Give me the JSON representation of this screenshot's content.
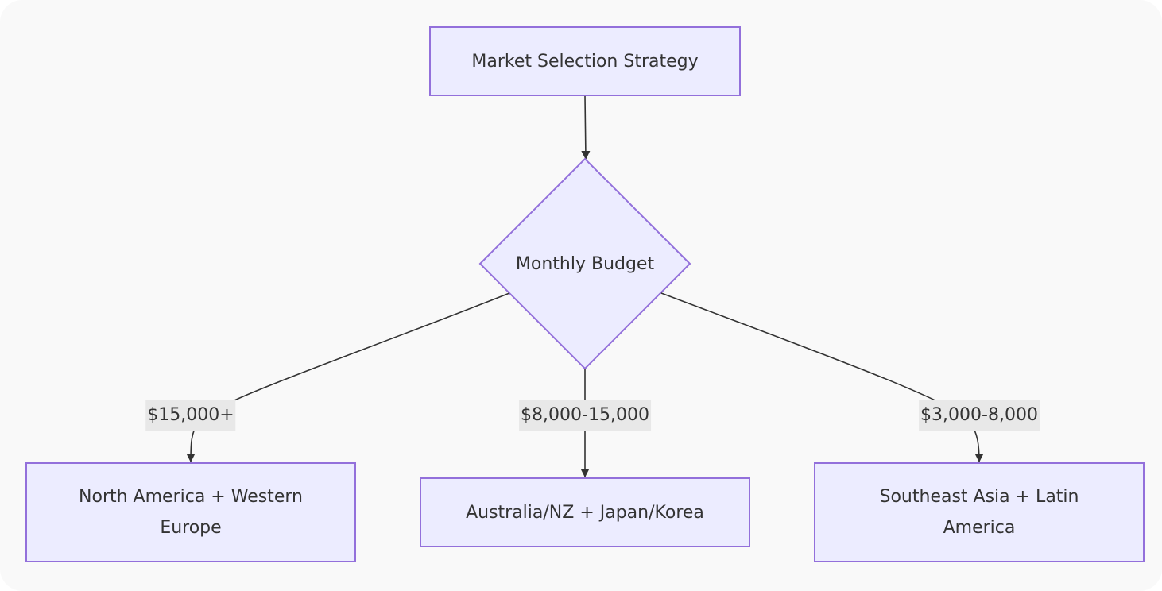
{
  "diagram": {
    "root": "Market Selection Strategy",
    "decision": "Monthly Budget",
    "branches": [
      {
        "label": "$15,000+",
        "target": "North America + Western Europe"
      },
      {
        "label": "$8,000-15,000",
        "target": "Australia/NZ + Japan/Korea"
      },
      {
        "label": "$3,000-8,000",
        "target": "Southeast Asia + Latin America"
      }
    ]
  },
  "colors": {
    "node_fill": "#ececff",
    "node_stroke": "#9370db",
    "edge": "#333333",
    "edge_label_bg": "#e8e8e8",
    "background": "#f9f9f9"
  }
}
